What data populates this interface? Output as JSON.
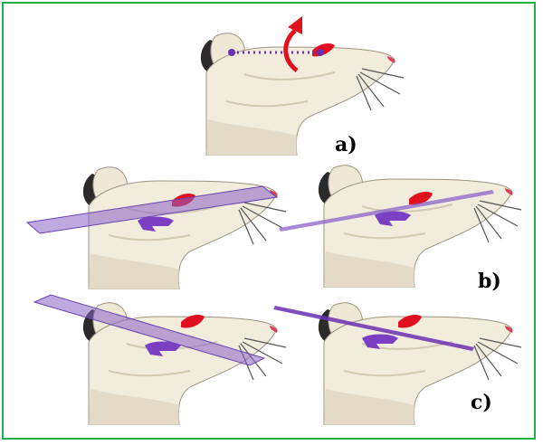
{
  "labels": {
    "a": "a)",
    "b": "b)",
    "c": "c)"
  },
  "colors": {
    "frame": "#22b04a",
    "head_fill": "#f1ecdc",
    "head_shade": "#d8d0bb",
    "eye": "#e0101e",
    "arrow": "#e0101e",
    "plane": "#8a63c9",
    "axis": "#6a2fb0",
    "ear_inner": "#2a2a2a"
  }
}
